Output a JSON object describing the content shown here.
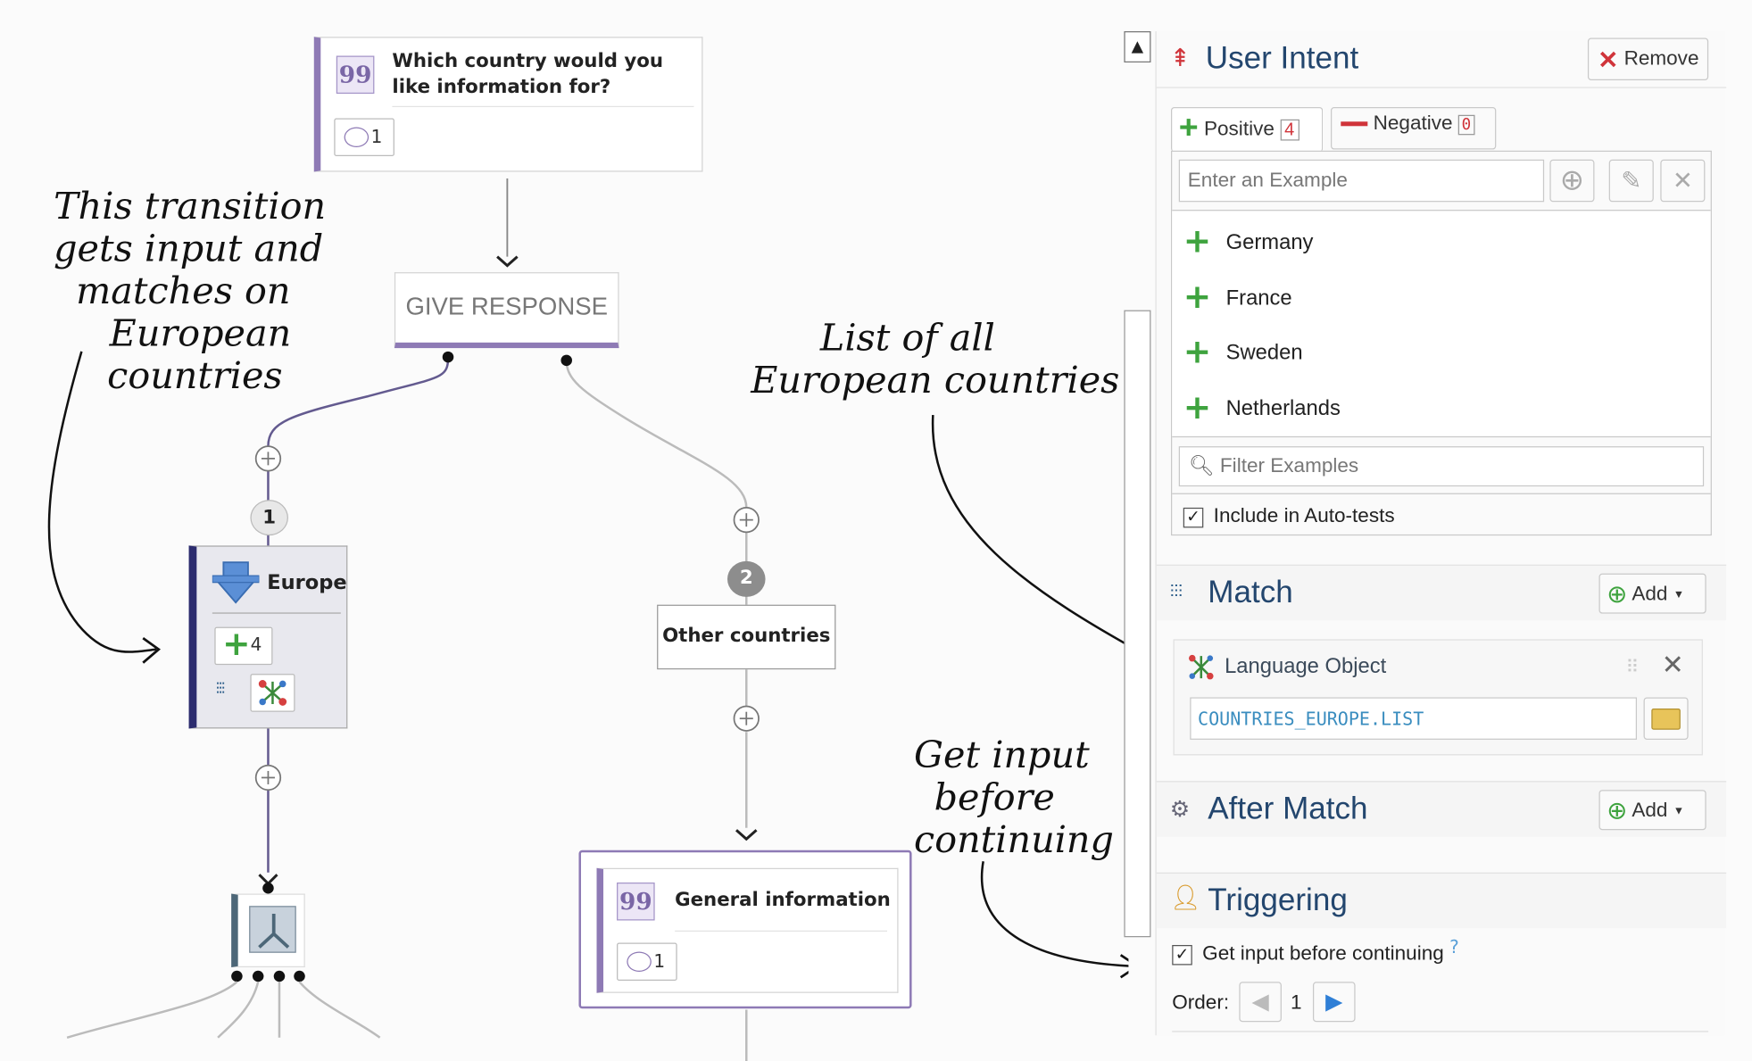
{
  "flow": {
    "question_node": {
      "title": "Which country would you like information for?",
      "count": "1"
    },
    "give_response": {
      "label": "GIVE RESPONSE"
    },
    "transition_1": {
      "number": "1",
      "name": "Europe",
      "example_count": "4"
    },
    "transition_2": {
      "number": "2",
      "name": "Other countries"
    },
    "general_node": {
      "title": "General information",
      "count": "1"
    }
  },
  "annotations": {
    "transition_note": [
      "This transition",
      "gets input and",
      "matches on",
      "European",
      "countries"
    ],
    "list_note": [
      "List of all",
      "European countries"
    ],
    "getinput_note": [
      "Get input",
      "before",
      "continuing"
    ]
  },
  "panel": {
    "user_intent": {
      "title": "User Intent",
      "remove_label": "Remove",
      "tab_positive": "Positive",
      "tab_positive_count": "4",
      "tab_negative": "Negative",
      "tab_negative_count": "0",
      "example_placeholder": "Enter an Example",
      "examples": [
        "Germany",
        "France",
        "Sweden",
        "Netherlands"
      ],
      "filter_placeholder": "Filter Examples",
      "autotests_label": "Include in Auto-tests"
    },
    "match": {
      "title": "Match",
      "add_label": "Add",
      "language_object_label": "Language Object",
      "language_object_value": "COUNTRIES_EUROPE.LIST"
    },
    "after_match": {
      "title": "After Match",
      "add_label": "Add"
    },
    "triggering": {
      "title": "Triggering",
      "get_input_label": "Get input before continuing",
      "help": "?",
      "order_label": "Order:",
      "order_value": "1"
    }
  },
  "colors": {
    "accent_purple": "#8e7ab5",
    "dark_bar": "#2c2c6e",
    "panel_title": "#23466e",
    "positive_green": "#3ea33e",
    "negative_red": "#d0343a"
  }
}
